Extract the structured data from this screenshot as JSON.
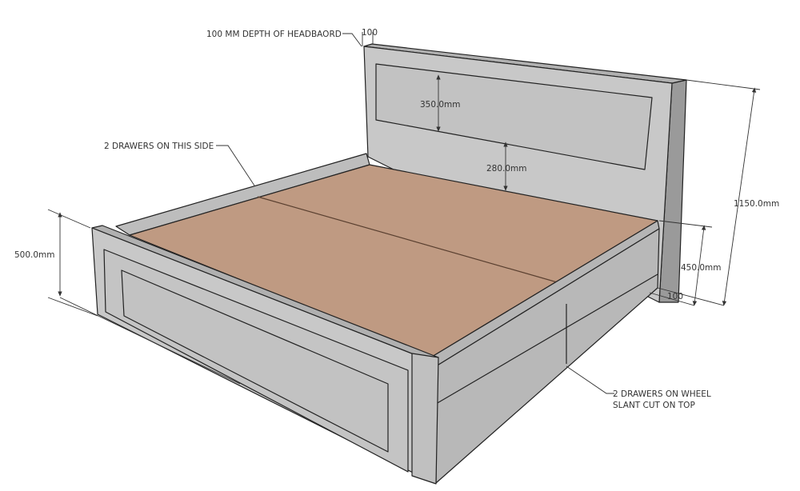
{
  "annotations": {
    "headboard_depth": "100 MM DEPTH OF HEADBAORD",
    "headboard_depth_value": "100",
    "panel_height": "350.0mm",
    "panel_to_base": "280.0mm",
    "drawers_left": "2 DRAWERS ON THIS SIDE",
    "footboard_height": "500.0mm",
    "total_height": "1150.0mm",
    "side_height": "450.0mm",
    "side_depth": "100",
    "drawers_wheel_line1": "2 DRAWERS ON WHEEL",
    "drawers_wheel_line2": "SLANT CUT ON TOP"
  },
  "colors": {
    "frame": "#c4c4c4",
    "frame_dark": "#9a9a9a",
    "wood": "#bf9a82",
    "outline": "#222222"
  }
}
